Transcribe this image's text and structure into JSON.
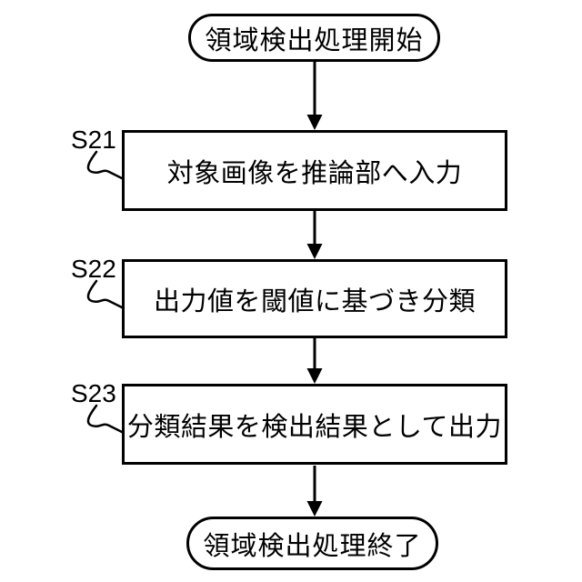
{
  "figure": {
    "type": "flowchart",
    "start_label": "領域検出処理開始",
    "end_label": "領域検出処理終了",
    "steps": [
      {
        "id": "S21",
        "text": "対象画像を推論部へ入力"
      },
      {
        "id": "S22",
        "text": "出力値を閾値に基づき分類"
      },
      {
        "id": "S23",
        "text": "分類結果を検出結果として出力"
      }
    ],
    "colors": {
      "line": "#000000",
      "background": "#ffffff"
    }
  }
}
